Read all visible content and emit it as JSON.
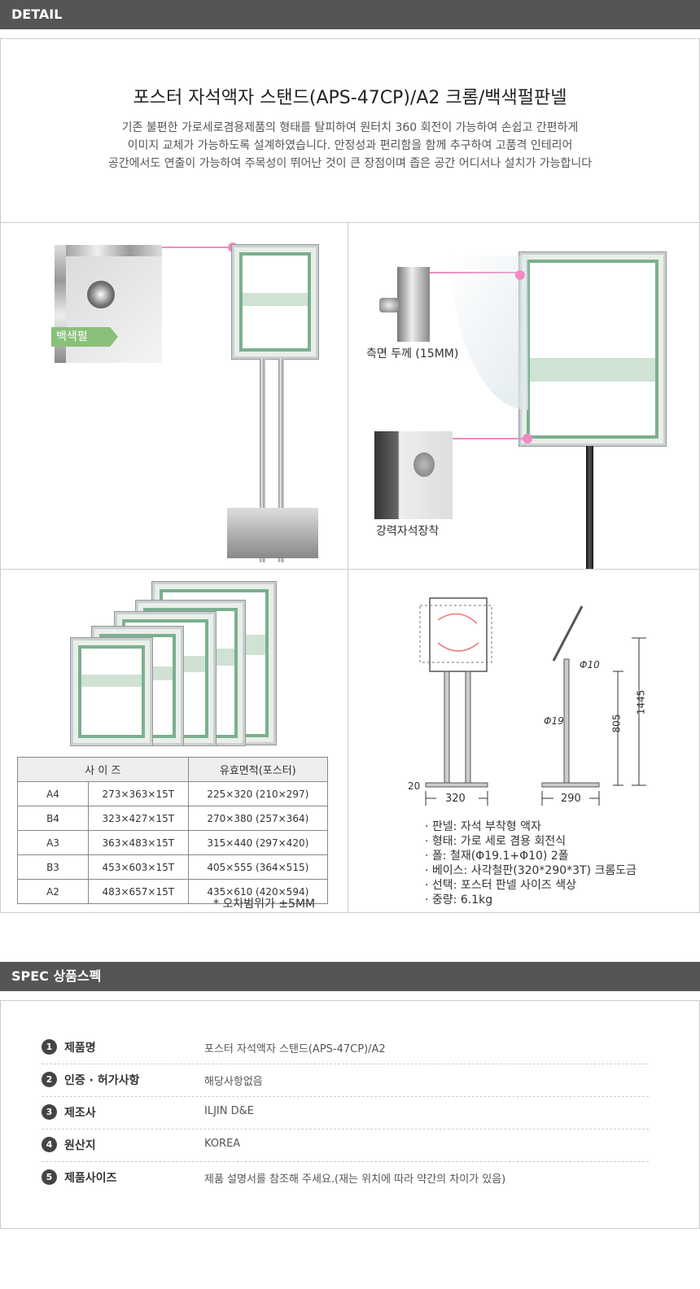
{
  "detail_header": "DETAIL",
  "title": "포스터 자석액자 스탠드(APS-47CP)/A2  크롬/백색펄판넬",
  "description": [
    "기존 불편한 가로세로겸용제품의 형태를 탈피하여 원터치 360 회전이 가능하여 손쉽고 간편하게",
    "이미지 교체가 가능하도록 설계하였습니다. 안정성과 편리함을 함께 추구하여 고품격 인테리어",
    "공간에서도 연출이  가능하여  주목성이 뛰어난 것이 큰 장점이며  좁은 공간 어디서나 설치가 가능합니다"
  ],
  "labels": {
    "white_pearl": "백색펄",
    "side_thickness": "측면 두께 (15MM)",
    "magnet": "강력자석장착"
  },
  "size_table": {
    "headers": [
      "사 이 즈",
      "유효면적(포스터)"
    ],
    "rows": [
      [
        "A4",
        "273×363×15T",
        "225×320 (210×297)"
      ],
      [
        "B4",
        "323×427×15T",
        "270×380 (257×364)"
      ],
      [
        "A3",
        "363×483×15T",
        "315×440 (297×420)"
      ],
      [
        "B3",
        "453×603×15T",
        "405×555 (364×515)"
      ],
      [
        "A2",
        "483×657×15T",
        "435×610 (420×594)"
      ]
    ],
    "note": "* 오차범위가 ±5MM"
  },
  "dimensions": {
    "d10": "Φ10",
    "d19": "Φ19",
    "h1445": "1445",
    "h805": "805",
    "b20": "20",
    "w320": "320",
    "w290": "290"
  },
  "features": [
    "· 판넬: 자석 부착형 액자",
    "· 형태: 가로 세로 겸용 회전식",
    "· 폴: 철재(Φ19.1+Φ10) 2폴",
    "· 베이스: 사각철판(320*290*3T) 크롬도금",
    "· 선택: 포스터 판넬 사이즈 색상",
    "· 중량: 6.1kg"
  ],
  "spec_header": "SPEC 상품스펙",
  "spec": [
    {
      "num": "1",
      "key": "제품명",
      "value": "포스터 자석액자 스탠드(APS-47CP)/A2"
    },
    {
      "num": "2",
      "key": "인증 · 허가사항",
      "value": "해당사항없음"
    },
    {
      "num": "3",
      "key": "제조사",
      "value": "ILJIN D&E"
    },
    {
      "num": "4",
      "key": "원산지",
      "value": "KOREA"
    },
    {
      "num": "5",
      "key": "제품사이즈",
      "value": "제품 설명서를 참조해 주세요.(재는 위치에 따라 약간의 차이가 있음)"
    }
  ],
  "colors": {
    "header_bg": "#555555",
    "accent_pink": "#f08bc3",
    "frame_green": "#7bb08f"
  }
}
